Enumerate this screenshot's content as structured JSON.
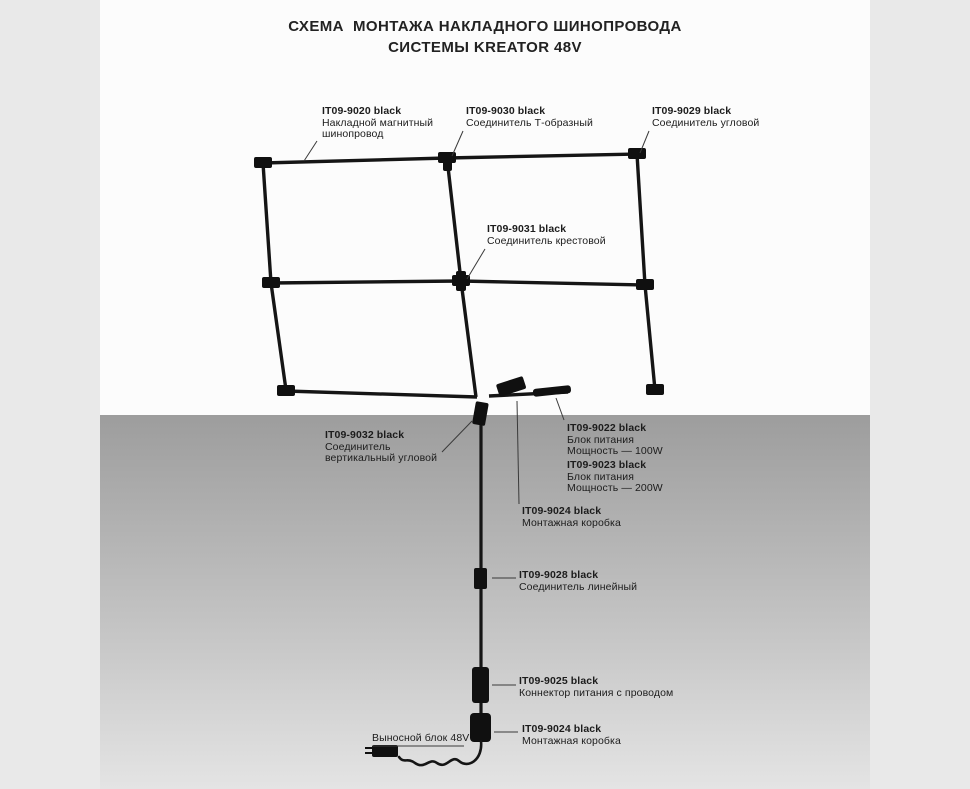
{
  "title": {
    "line1": "СХЕМА  МОНТАЖА НАКЛАДНОГО ШИНОПРОВОДА",
    "line2": "СИСТЕМЫ KREATOR 48V"
  },
  "labels": {
    "l9020": {
      "code": "IT09-9020 black",
      "lines": [
        "Накладной магнитный",
        "шинопровод"
      ]
    },
    "l9030": {
      "code": "IT09-9030 black",
      "lines": [
        "Соединитель Т-образный"
      ]
    },
    "l9029": {
      "code": "IT09-9029 black",
      "lines": [
        "Соединитель угловой"
      ]
    },
    "l9031": {
      "code": "IT09-9031 black",
      "lines": [
        "Соединитель крестовой"
      ]
    },
    "l9032": {
      "code": "IT09-9032 black",
      "lines": [
        "Соединитель",
        "вертикальный угловой"
      ]
    },
    "l9022": {
      "code": "IT09-9022 black",
      "lines": [
        "Блок питания",
        "Мощность — 100W"
      ]
    },
    "l9023": {
      "code": "IT09-9023 black",
      "lines": [
        "Блок питания",
        "Мощность — 200W"
      ]
    },
    "l9024_top": {
      "code": "IT09-9024 black",
      "lines": [
        "Монтажная коробка"
      ]
    },
    "l9028": {
      "code": "IT09-9028 black",
      "lines": [
        "Соединитель линейный"
      ]
    },
    "l9025": {
      "code": "IT09-9025 black",
      "lines": [
        "Коннектор питания с проводом"
      ]
    },
    "l9024_bottom": {
      "code": "IT09-9024 black",
      "lines": [
        "Монтажная коробка"
      ]
    },
    "remote_unit": {
      "text": "Выносной блок 48V"
    }
  },
  "colors": {
    "canvas_margin": "#e9e9e9",
    "ceiling_bg": "#fcfcfc",
    "wall_gradient_top": "#9d9d9d",
    "wall_gradient_bottom": "#e4e4e4",
    "track": "#151515",
    "text": "#1c1c1c"
  }
}
